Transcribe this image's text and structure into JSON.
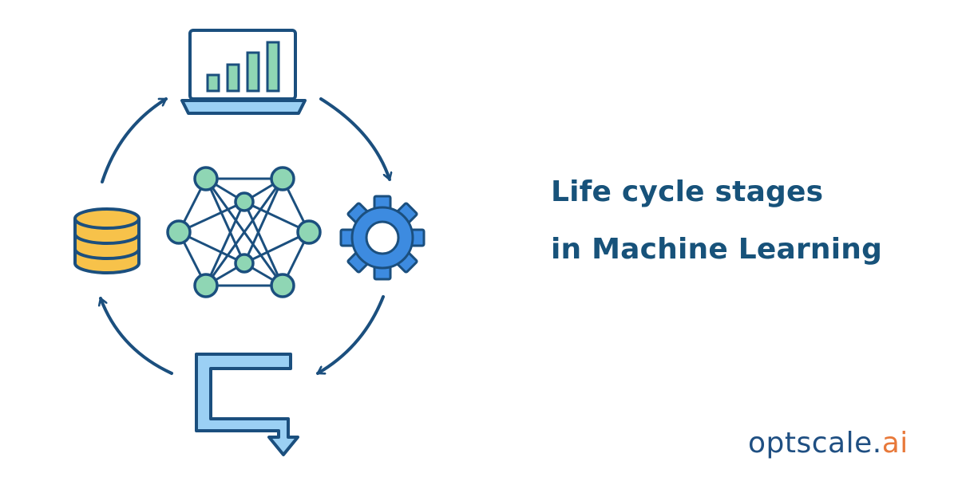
{
  "headline": {
    "line1": "Life cycle stages",
    "line2": "in Machine Learning"
  },
  "brand": {
    "main": "optscale.",
    "tld": "ai"
  },
  "colors": {
    "navy": "#1b4f7e",
    "blue_fill": "#9bd0f4",
    "gear_blue": "#3d8be0",
    "teal_node": "#8fd6b4",
    "bar_green": "#8fd6b4",
    "db_yellow": "#f7c24a",
    "headline": "#17527a",
    "brand_blue": "#1f4f82",
    "brand_orange": "#e8793a"
  },
  "icons": [
    "laptop-chart-icon",
    "gear-icon",
    "deploy-arrow-icon",
    "database-icon",
    "neural-network-icon"
  ]
}
